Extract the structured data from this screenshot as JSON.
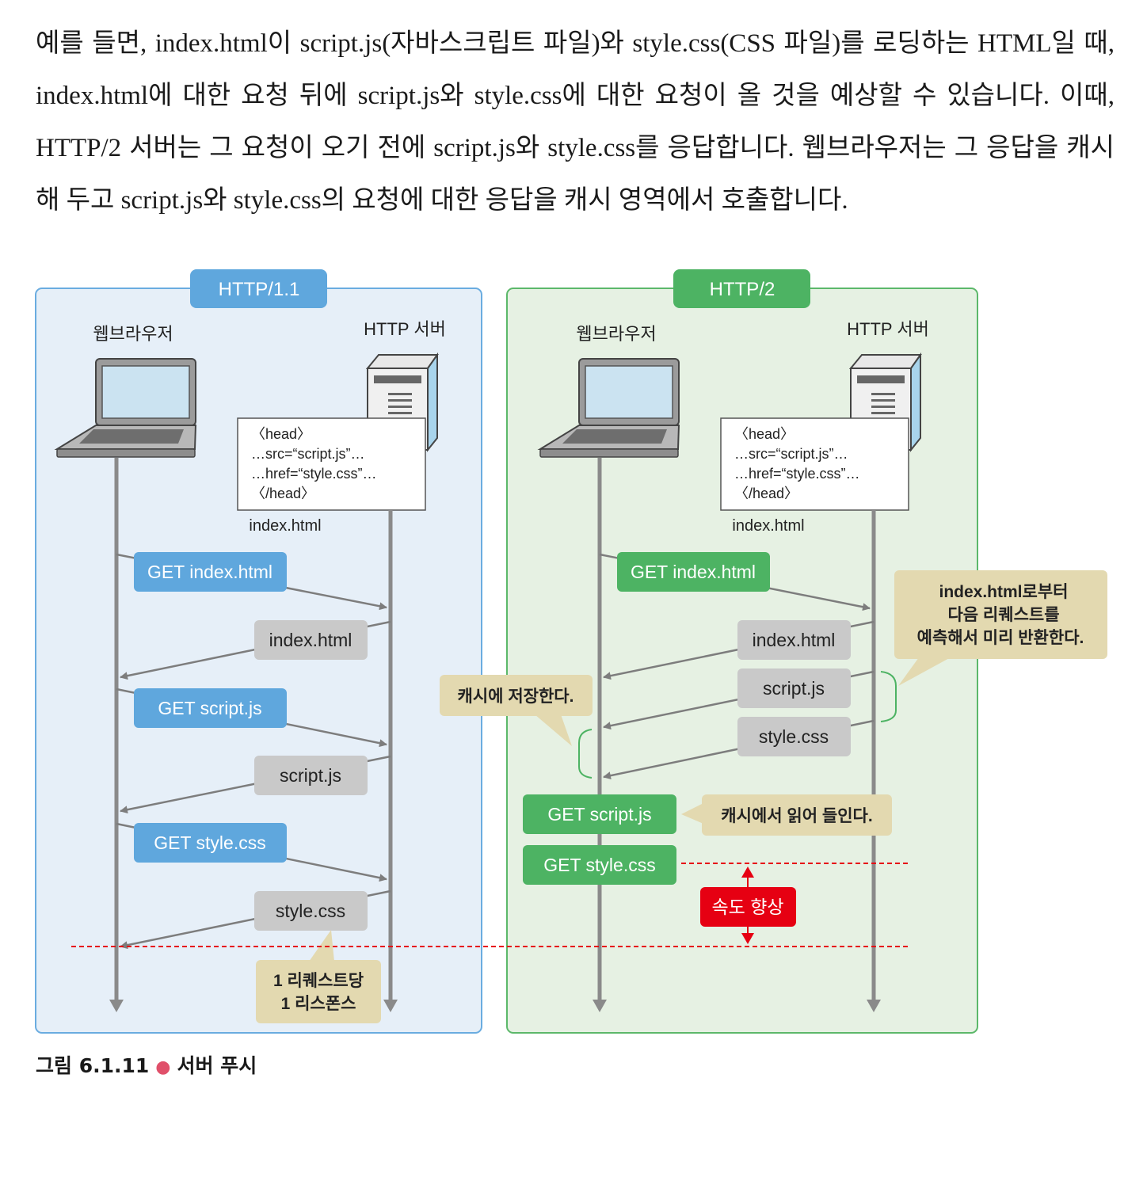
{
  "paragraph": "예를 들면, index.html이 script.js(자바스크립트 파일)와 style.css(CSS 파일)를 로딩하는 HTML일 때, index.html에 대한 요청 뒤에 script.js와 style.css에 대한 요청이 올 것을 예상할 수 있습니다. 이때, HTTP/2 서버는 그 요청이 오기 전에 script.js와 style.css를 응답합니다. 웹브라우저는 그 응답을 캐시해 두고 script.js와 style.css의 요청에 대한 응답을 캐시 영역에서 호출합니다.",
  "colors": {
    "http11": "#5fa7dd",
    "http2": "#4db363",
    "gray_box": "#c9c9c9",
    "note": "#e3d9b0",
    "speed": "#e60012"
  },
  "http11": {
    "title": "HTTP/1.1",
    "browser_label": "웹브라우저",
    "server_label": "HTTP 서버",
    "code_lines": [
      "〈head〉",
      "…src=“script.js”…",
      "…href=“style.css”…",
      "〈/head〉"
    ],
    "file_label": "index.html",
    "get_index": "GET index.html",
    "resp_index": "index.html",
    "get_script": "GET script.js",
    "resp_script": "script.js",
    "get_style": "GET style.css",
    "resp_style": "style.css",
    "note_line1": "1 리퀘스트당",
    "note_line2": "1 리스폰스"
  },
  "http2": {
    "title": "HTTP/2",
    "browser_label": "웹브라우저",
    "server_label": "HTTP 서버",
    "code_lines": [
      "〈head〉",
      "…src=“script.js”…",
      "…href=“style.css”…",
      "〈/head〉"
    ],
    "file_label": "index.html",
    "get_index": "GET index.html",
    "resp_index": "index.html",
    "resp_script": "script.js",
    "resp_style": "style.css",
    "get_script": "GET script.js",
    "get_style": "GET style.css",
    "predict_line1": "index.html로부터",
    "predict_line2": "다음 리퀘스트를",
    "predict_line3": "예측해서 미리 반환한다.",
    "cache_store": "캐시에 저장한다.",
    "cache_read": "캐시에서 읽어 들인다.",
    "speed_up": "속도 향상"
  },
  "caption": {
    "label": "그림 6.1.11",
    "title": "서버 푸시"
  }
}
